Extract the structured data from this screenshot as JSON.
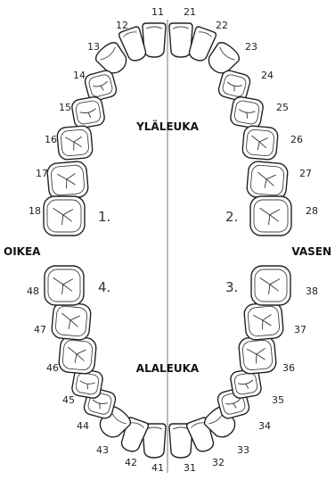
{
  "labels": {
    "upper_jaw": "YLÄLEUKA",
    "lower_jaw": "ALALEUKA",
    "right_side": "OIKEA",
    "left_side": "VASEN"
  },
  "quadrants": [
    "1.",
    "2.",
    "3.",
    "4."
  ],
  "teeth": [
    {
      "number": "11",
      "type": "incisor"
    },
    {
      "number": "12",
      "type": "incisor"
    },
    {
      "number": "13",
      "type": "canine"
    },
    {
      "number": "14",
      "type": "premolar"
    },
    {
      "number": "15",
      "type": "premolar"
    },
    {
      "number": "16",
      "type": "molar"
    },
    {
      "number": "17",
      "type": "molar"
    },
    {
      "number": "18",
      "type": "molar"
    },
    {
      "number": "21",
      "type": "incisor"
    },
    {
      "number": "22",
      "type": "incisor"
    },
    {
      "number": "23",
      "type": "canine"
    },
    {
      "number": "24",
      "type": "premolar"
    },
    {
      "number": "25",
      "type": "premolar"
    },
    {
      "number": "26",
      "type": "molar"
    },
    {
      "number": "27",
      "type": "molar"
    },
    {
      "number": "28",
      "type": "molar"
    },
    {
      "number": "31",
      "type": "incisor"
    },
    {
      "number": "32",
      "type": "incisor"
    },
    {
      "number": "33",
      "type": "canine"
    },
    {
      "number": "34",
      "type": "premolar"
    },
    {
      "number": "35",
      "type": "premolar"
    },
    {
      "number": "36",
      "type": "molar"
    },
    {
      "number": "37",
      "type": "molar"
    },
    {
      "number": "38",
      "type": "molar"
    },
    {
      "number": "41",
      "type": "incisor"
    },
    {
      "number": "42",
      "type": "incisor"
    },
    {
      "number": "43",
      "type": "canine"
    },
    {
      "number": "44",
      "type": "premolar"
    },
    {
      "number": "45",
      "type": "premolar"
    },
    {
      "number": "46",
      "type": "molar"
    },
    {
      "number": "47",
      "type": "molar"
    },
    {
      "number": "48",
      "type": "molar"
    }
  ],
  "colors": {
    "outline": "#222222",
    "background": "#ffffff",
    "midline": "#777777"
  }
}
